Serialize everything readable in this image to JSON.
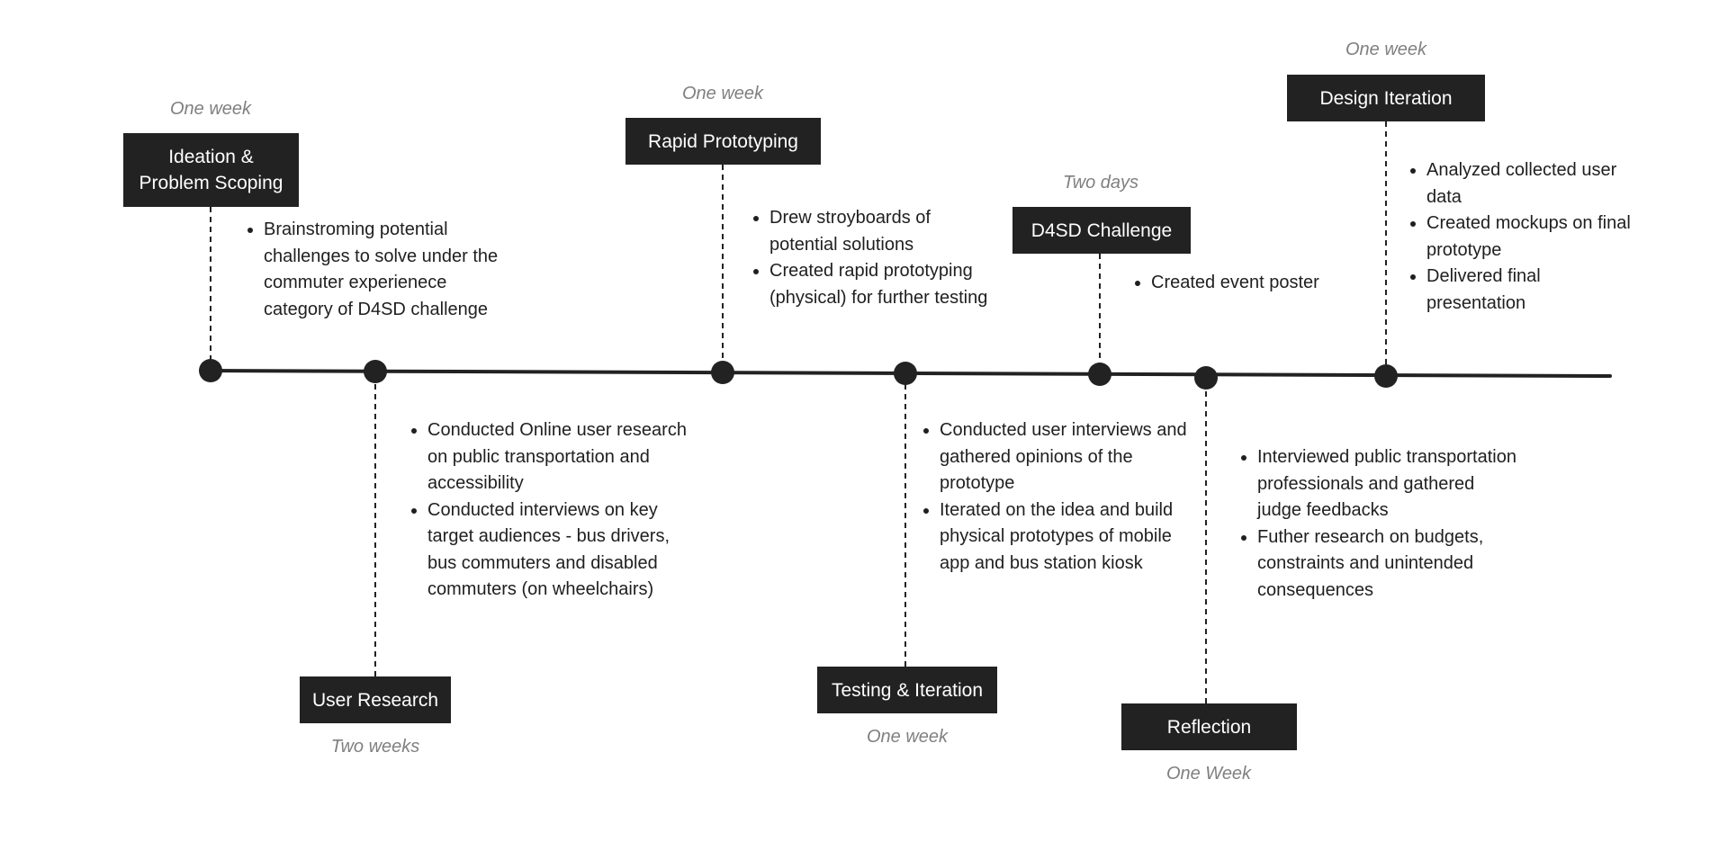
{
  "phases": [
    {
      "title": "Ideation & Problem Scoping",
      "duration": "One week",
      "notes": [
        "Brainstroming potential challenges to solve under the commuter experienece category of D4SD challenge"
      ]
    },
    {
      "title": "User Research",
      "duration": "Two weeks",
      "notes": [
        "Conducted Online user research on public transportation and accessibility",
        "Conducted interviews on key target audiences - bus drivers, bus commuters and disabled commuters (on wheelchairs)"
      ]
    },
    {
      "title": "Rapid Prototyping",
      "duration": "One week",
      "notes": [
        "Drew stroyboards of potential solutions",
        "Created rapid prototyping (physical) for further testing"
      ]
    },
    {
      "title": "Testing & Iteration",
      "duration": "One week",
      "notes": [
        "Conducted user interviews and gathered opinions of the prototype",
        "Iterated on the idea and build physical prototypes of mobile app and bus station kiosk"
      ]
    },
    {
      "title": "D4SD Challenge",
      "duration": "Two days",
      "notes": [
        "Created event poster"
      ]
    },
    {
      "title": "Reflection",
      "duration": "One Week",
      "notes": [
        "Interviewed public transportation professionals and gathered judge feedbacks",
        "Futher research on budgets, constraints and unintended consequences"
      ]
    },
    {
      "title": "Design Iteration",
      "duration": "One week",
      "notes": [
        "Analyzed collected user data",
        "Created mockups on final prototype",
        "Delivered final presentation"
      ]
    }
  ],
  "colors": {
    "box": "#222222",
    "box_text": "#ffffff",
    "duration_text": "#808080",
    "line": "#222222",
    "body_text": "#1f1f1f"
  }
}
